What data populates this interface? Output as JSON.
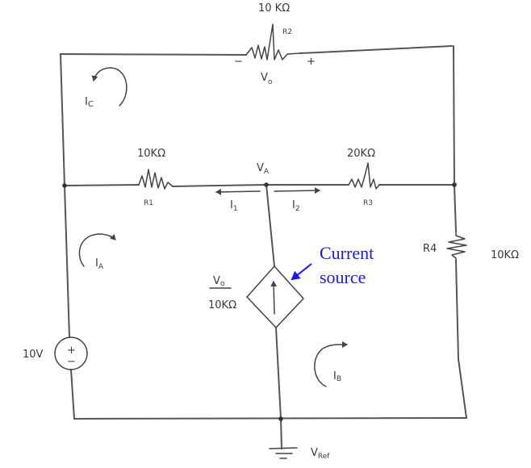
{
  "diagram": {
    "colors": {
      "ink": "#444444",
      "wire": "#555555",
      "callout": "#1a1ae6"
    },
    "components": {
      "R2": {
        "name": "R2",
        "value": "10 KΩ",
        "voltage_label": "V",
        "voltage_sub": "o",
        "minus": "−",
        "plus": "+"
      },
      "R1": {
        "name": "R1",
        "value": "10KΩ"
      },
      "R3": {
        "name": "R3",
        "value": "20KΩ"
      },
      "R4": {
        "name": "R4",
        "value": "10KΩ"
      },
      "source": {
        "value": "10V",
        "plus": "+",
        "minus": "−"
      },
      "dependent_source": {
        "numerator": "V",
        "numerator_sub": "o",
        "denominator": "10KΩ"
      }
    },
    "nodes": {
      "VA": {
        "label": "V",
        "sub": "A"
      },
      "Vref": {
        "label": "V",
        "sub": "Ref"
      }
    },
    "currents": {
      "I1": {
        "label": "I",
        "sub": "1"
      },
      "I2": {
        "label": "I",
        "sub": "2"
      }
    },
    "mesh_currents": {
      "IA": {
        "label": "I",
        "sub": "A"
      },
      "IB": {
        "label": "I",
        "sub": "B"
      },
      "IC": {
        "label": "I",
        "sub": "C"
      }
    },
    "annotation": {
      "line1": "Current",
      "line2": "source"
    }
  }
}
